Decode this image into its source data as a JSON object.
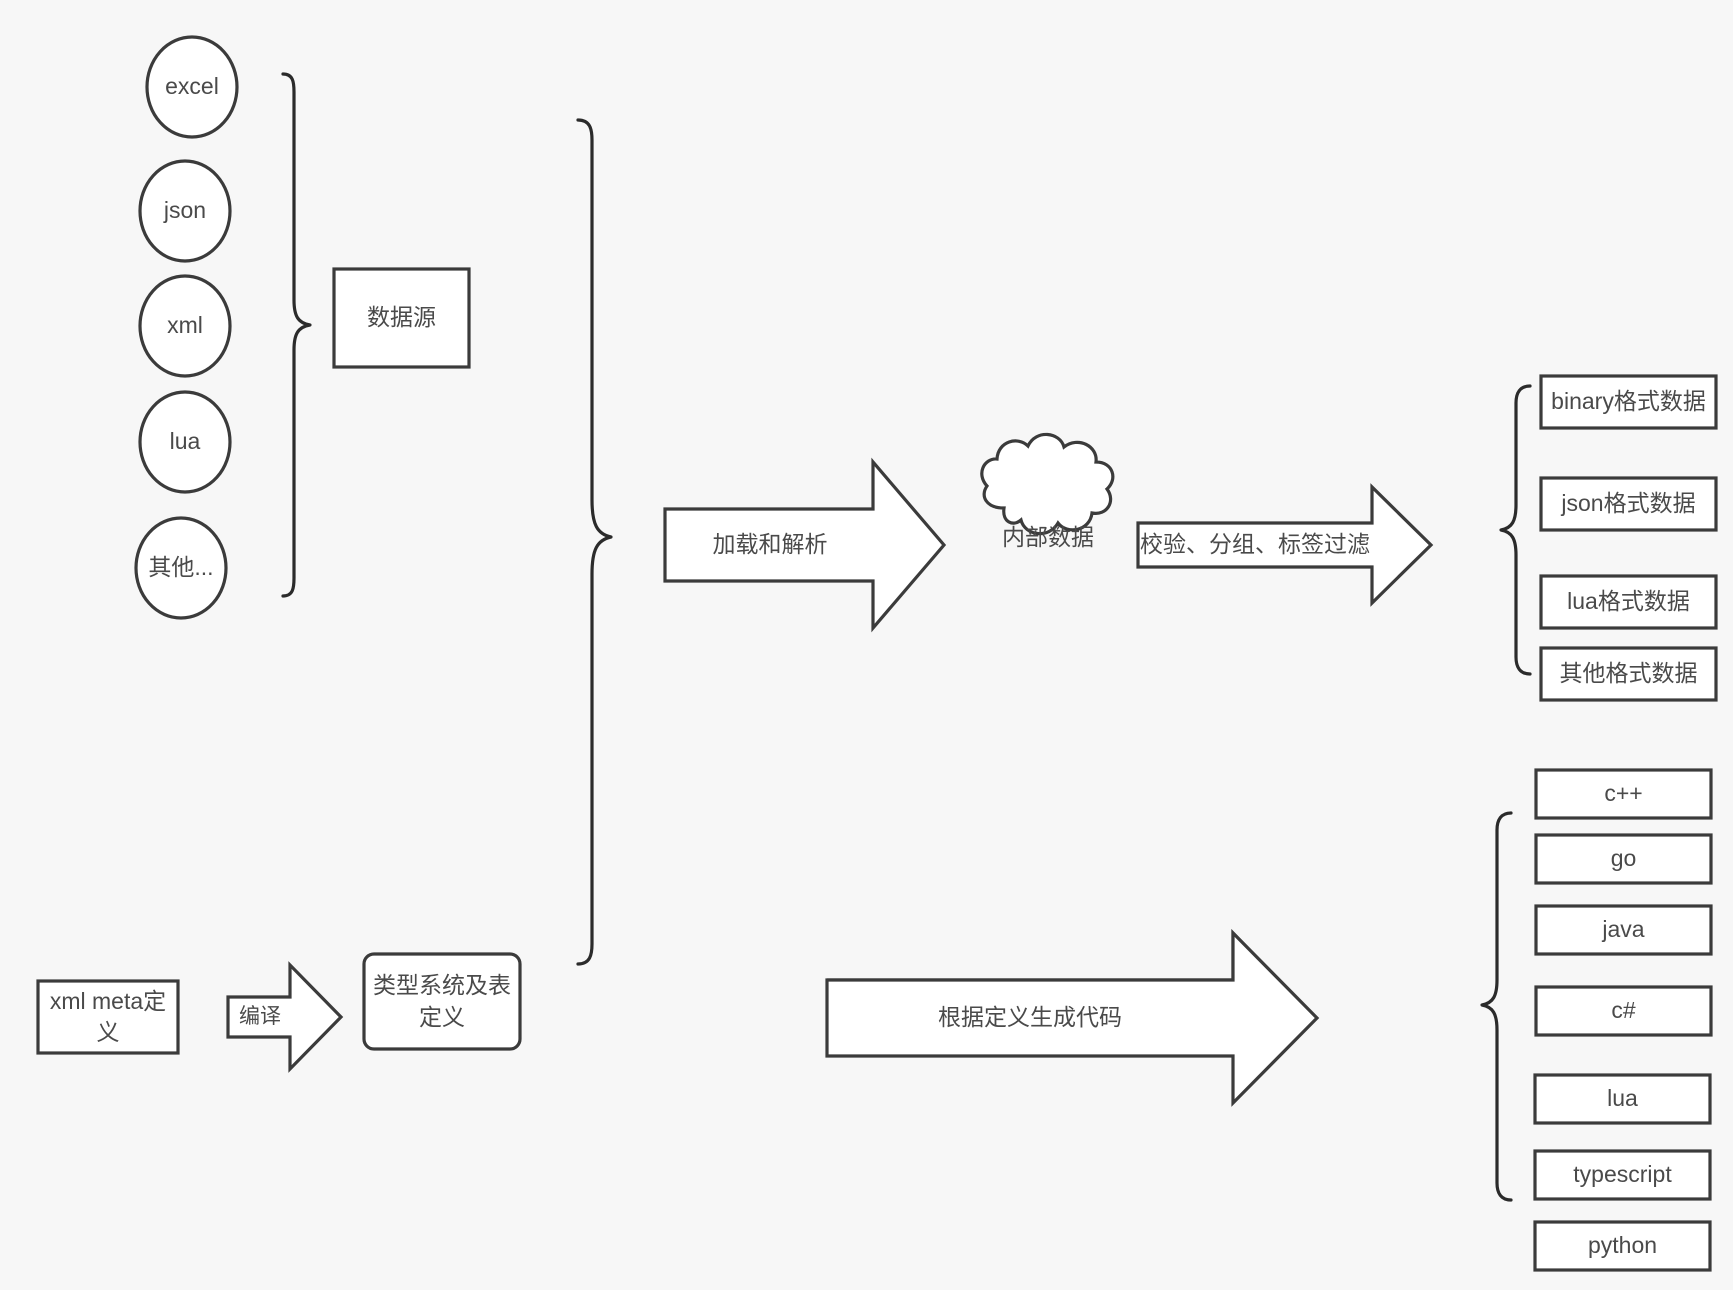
{
  "canvas": {
    "background": "#f7f7f7",
    "stroke_color": "#3b3b3b",
    "text_color": "#4a4a4a",
    "fill_color": "#ffffff"
  },
  "sources": {
    "group_label": "数据源",
    "items": [
      {
        "label": "excel"
      },
      {
        "label": "json"
      },
      {
        "label": "xml"
      },
      {
        "label": "lua"
      },
      {
        "label": "其他..."
      }
    ]
  },
  "pipeline": {
    "load_arrow_label": "加载和解析",
    "internal_data_label": "内部数据",
    "filter_arrow_label": "校验、分组、标签过滤"
  },
  "outputs": {
    "items": [
      {
        "label": "binary格式数据"
      },
      {
        "label": "json格式数据"
      },
      {
        "label": "lua格式数据"
      },
      {
        "label": "其他格式数据"
      }
    ]
  },
  "meta": {
    "source_label": "xml meta定\n义",
    "compile_arrow_label": "编译",
    "type_system_label": "类型系统及表\n定义"
  },
  "codegen": {
    "arrow_label": "根据定义生成代码",
    "languages": [
      {
        "label": "c++"
      },
      {
        "label": "go"
      },
      {
        "label": "java"
      },
      {
        "label": "c#"
      },
      {
        "label": "lua"
      },
      {
        "label": "typescript"
      },
      {
        "label": "python"
      }
    ]
  }
}
